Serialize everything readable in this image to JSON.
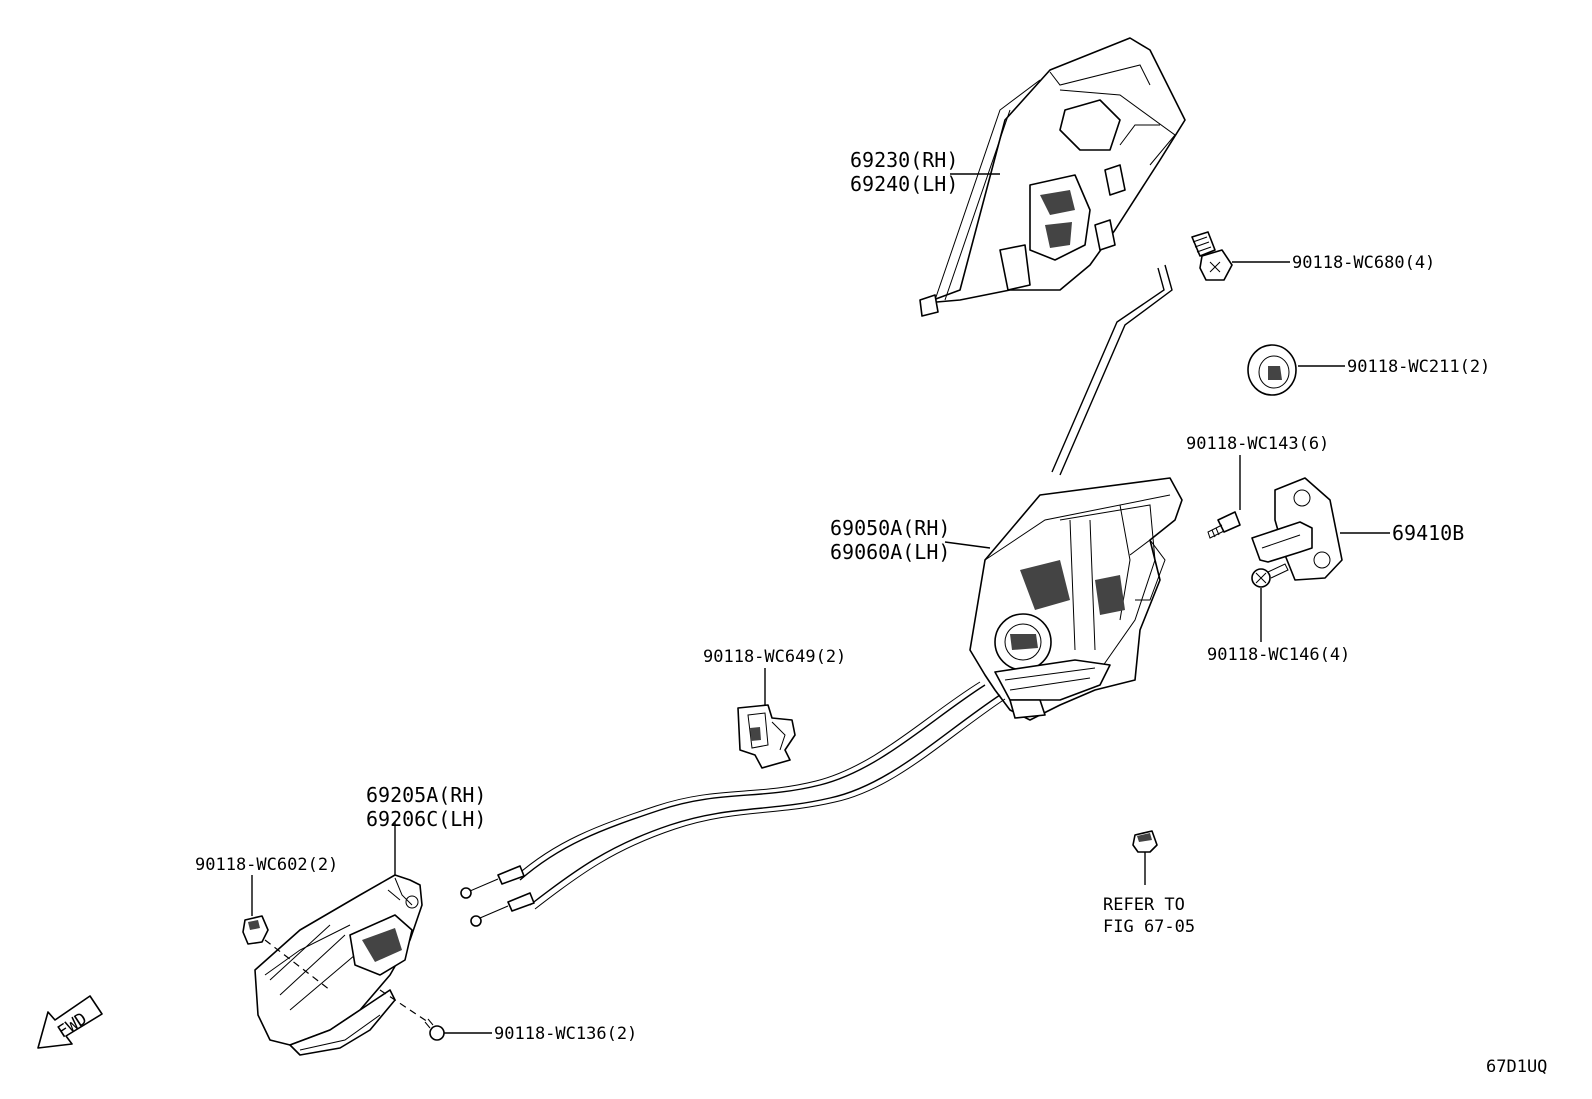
{
  "diagram": {
    "labels": {
      "outer_handle_rh": "69230(RH)",
      "outer_handle_lh": "69240(LH)",
      "bolt_wc680": "90118-WC680(4)",
      "grommet_wc211": "90118-WC211(2)",
      "screw_wc143": "90118-WC143(6)",
      "striker": "69410B",
      "lock_rh": "69050A(RH)",
      "lock_lh": "69060A(LH)",
      "screw_wc146": "90118-WC146(4)",
      "clip_wc649": "90118-WC649(2)",
      "inner_handle_rh": "69205A(RH)",
      "inner_handle_lh": "69206C(LH)",
      "clip_wc602": "90118-WC602(2)",
      "screw_wc136": "90118-WC136(2)",
      "refer_line1": "REFER TO",
      "refer_line2": "FIG 67-05",
      "fwd": "FWD",
      "figure_code": "67D1UQ"
    }
  }
}
